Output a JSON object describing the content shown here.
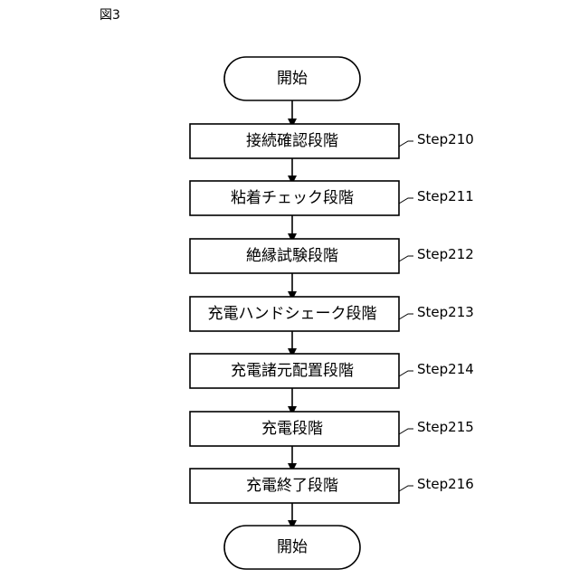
{
  "figure_label": "図3",
  "start": {
    "label": "開始"
  },
  "end": {
    "label": "開始"
  },
  "steps": [
    {
      "label": "接続確認段階",
      "step": "Step210"
    },
    {
      "label": "粘着チェック段階",
      "step": "Step211"
    },
    {
      "label": "絶縁試験段階",
      "step": "Step212"
    },
    {
      "label": "充電ハンドシェーク段階",
      "step": "Step213"
    },
    {
      "label": "充電諸元配置段階",
      "step": "Step214"
    },
    {
      "label": "充電段階",
      "step": "Step215"
    },
    {
      "label": "充電終了段階",
      "step": "Step216"
    }
  ]
}
